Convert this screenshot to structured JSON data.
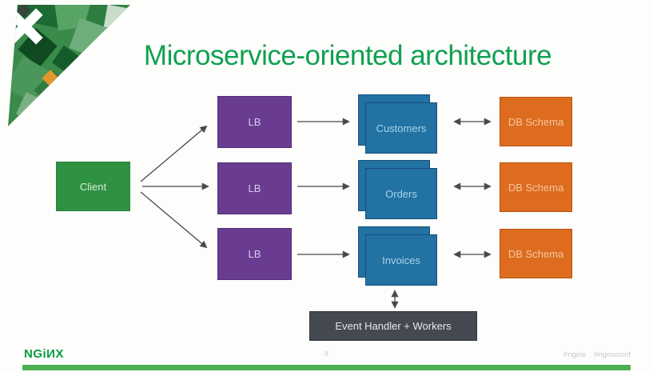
{
  "slide": {
    "title": "Microservice-oriented architecture",
    "page_number": "8"
  },
  "footer": {
    "logo_text": "NGiИX",
    "hashtags": [
      "#nginx",
      "#nginxconf"
    ]
  },
  "diagram": {
    "client": {
      "label": "Client"
    },
    "load_balancers": [
      {
        "label": "LB"
      },
      {
        "label": "LB"
      },
      {
        "label": "LB"
      }
    ],
    "services": [
      {
        "label": "Customers"
      },
      {
        "label": "Orders"
      },
      {
        "label": "Invoices"
      }
    ],
    "databases": [
      {
        "label": "DB Schema"
      },
      {
        "label": "DB Schema"
      },
      {
        "label": "DB Schema"
      }
    ],
    "event_handler": {
      "label": "Event Handler + Workers"
    }
  },
  "colors": {
    "title_green": "#10a050",
    "client_green": "#2f9142",
    "lb_purple": "#693c91",
    "service_blue": "#2272a3",
    "db_orange": "#dd6c1f",
    "event_gray": "#454a52",
    "nginx_logo_green": "#089b40",
    "progress_bar_green": "#4caf50",
    "arrow_gray": "#4a4a4a"
  }
}
